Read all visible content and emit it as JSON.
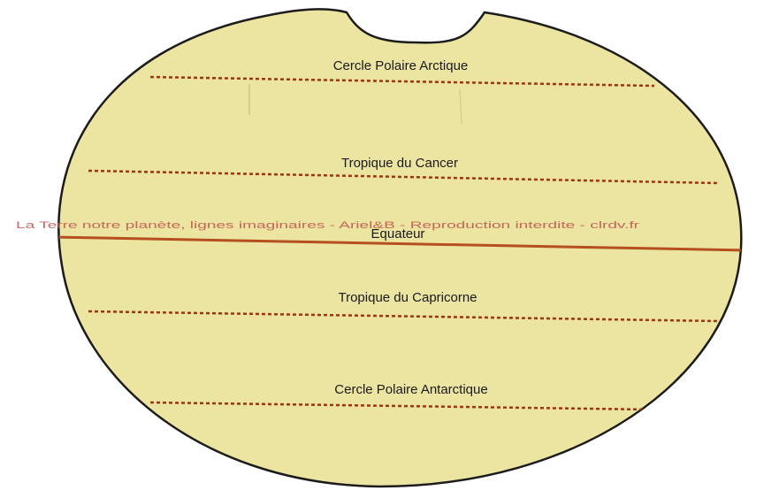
{
  "watermark": "La Terre notre planète, lignes imaginaires - Ariel&B - Reproduction interdite - clrdv.fr",
  "labels": {
    "arctic": "Cercle Polaire Arctique",
    "cancer": "Tropique du Cancer",
    "equator": "Equateur",
    "capricorn": "Tropique du Capricorne",
    "antarctic": "Cercle Polaire Antarctique"
  },
  "colors": {
    "earth_fill": "#ece4a1",
    "outline": "#1c1c1c",
    "dashed_line": "#9b3514",
    "equator_line": "#b54f1f",
    "watermark": "#c0504d",
    "background": "#ffffff"
  }
}
